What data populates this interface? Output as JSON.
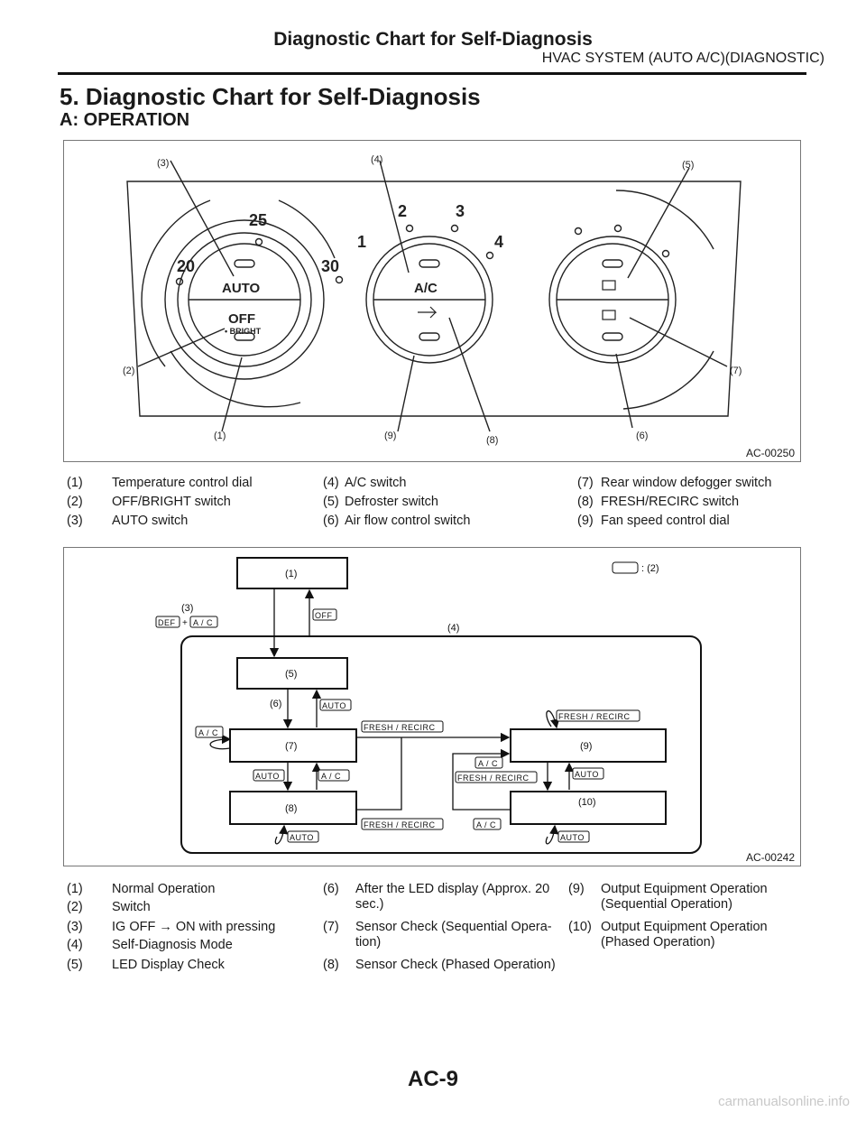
{
  "header": {
    "title": "Diagnostic Chart for Self-Diagnosis",
    "subtitle": "HVAC SYSTEM (AUTO A/C)(DIAGNOSTIC)"
  },
  "section_title": "5.  Diagnostic Chart for Self-Diagnosis",
  "subsection_title": "A:  OPERATION",
  "figure1": {
    "id": "AC-00250",
    "callouts": {
      "c1": "(1)",
      "c2": "(2)",
      "c3": "(3)",
      "c4": "(4)",
      "c5": "(5)",
      "c6": "(6)",
      "c7": "(7)",
      "c8": "(8)",
      "c9": "(9)"
    },
    "dial_left_marks": {
      "t20": "20",
      "t25": "25",
      "t30": "30"
    },
    "dial_center_marks": {
      "f1": "1",
      "f2": "2",
      "f3": "3",
      "f4": "4"
    },
    "buttons": {
      "auto": "AUTO",
      "off": "OFF",
      "bright": "• BRIGHT",
      "ac": "A/C"
    }
  },
  "legend1": [
    {
      "num": "(1)",
      "text": "Temperature control dial"
    },
    {
      "num": "(2)",
      "text": "OFF/BRIGHT switch"
    },
    {
      "num": "(3)",
      "text": "AUTO switch"
    },
    {
      "num": "(4)",
      "text": "A/C switch"
    },
    {
      "num": "(5)",
      "text": "Defroster switch"
    },
    {
      "num": "(6)",
      "text": "Air flow control switch"
    },
    {
      "num": "(7)",
      "text": "Rear window defogger switch"
    },
    {
      "num": "(8)",
      "text": "FRESH/RECIRC switch"
    },
    {
      "num": "(9)",
      "text": "Fan speed control dial"
    }
  ],
  "figure2": {
    "id": "AC-00242",
    "nodes": {
      "n1": "(1)",
      "n5": "(5)",
      "n7": "(7)",
      "n8": "(8)",
      "n9": "(9)",
      "n10": "(10)"
    },
    "labels": {
      "l2": ": (2)",
      "l3": "(3)",
      "l4": "(4)",
      "l6": "(6)",
      "plus": "+"
    },
    "switches": {
      "def": "DEF",
      "ac": "A / C",
      "off": "OFF",
      "auto": "AUTO",
      "fresh": "FRESH / RECIRC"
    }
  },
  "legend2": [
    {
      "num": "(1)",
      "text": "Normal Operation"
    },
    {
      "num": "(2)",
      "text": "Switch"
    },
    {
      "num": "(3)",
      "text": "IG OFF → ON with pressing"
    },
    {
      "num": "(4)",
      "text": "Self-Diagnosis Mode"
    },
    {
      "num": "(5)",
      "text": "LED Display Check"
    },
    {
      "num": "(6)",
      "text": "After the LED display (Approx. 20"
    },
    {
      "num": "",
      "text": "sec.)"
    },
    {
      "num": "(7)",
      "text": "Sensor Check (Sequential Opera-"
    },
    {
      "num": "",
      "text": "tion)"
    },
    {
      "num": "(8)",
      "text": "Sensor Check (Phased Operation)"
    },
    {
      "num": "(9)",
      "text": "Output Equipment Operation"
    },
    {
      "num": "",
      "text": "(Sequential Operation)"
    },
    {
      "num": "(10)",
      "text": "Output Equipment Operation"
    },
    {
      "num": "",
      "text": "(Phased Operation)"
    }
  ],
  "footer": "AC-9",
  "watermark": "carmanualsonline.info"
}
